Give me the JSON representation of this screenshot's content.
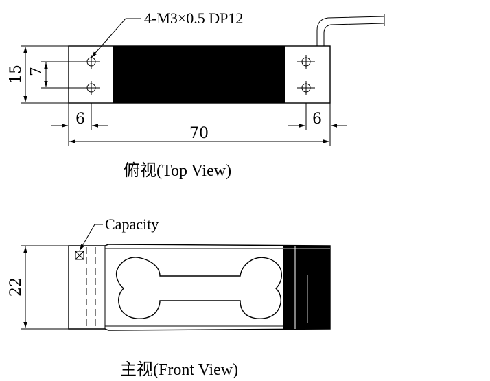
{
  "top_view": {
    "thread_callout": "4-M3×0.5 DP12",
    "dim_height": "15",
    "dim_hole_spacing": "7",
    "dim_left_offset": "6",
    "dim_right_offset": "6",
    "dim_length": "70",
    "caption": "俯视(Top View)"
  },
  "front_view": {
    "capacity_callout": "Capacity",
    "dim_height": "22",
    "caption": "主视(Front View)"
  },
  "colors": {
    "line": "#000000",
    "fill_dark": "#000000",
    "background": "#ffffff"
  }
}
